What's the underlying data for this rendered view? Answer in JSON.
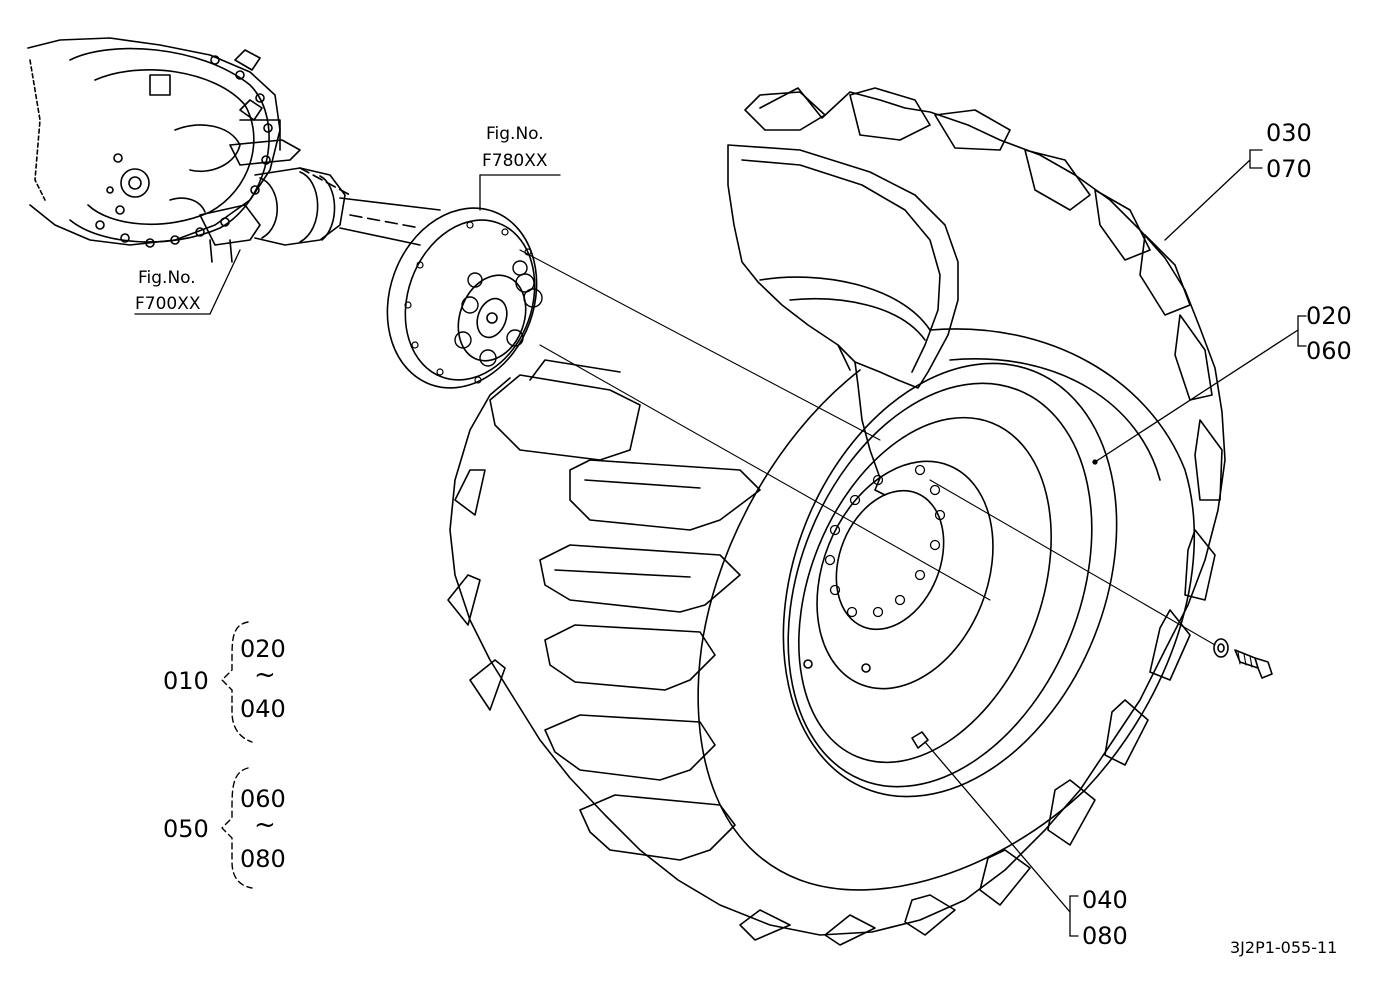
{
  "figure_refs": [
    {
      "label": "Fig.No.",
      "code": "F780XX"
    },
    {
      "label": "Fig.No.",
      "code": "F700XX"
    }
  ],
  "callouts": {
    "tire": [
      "030",
      "070"
    ],
    "rim": [
      "020",
      "060"
    ],
    "valve": [
      "040",
      "080"
    ]
  },
  "assemblies": [
    {
      "parent": "010",
      "from": "020",
      "tilde": "~",
      "to": "040"
    },
    {
      "parent": "050",
      "from": "060",
      "tilde": "~",
      "to": "080"
    }
  ],
  "drawing_id": "3J2P1-055-11"
}
